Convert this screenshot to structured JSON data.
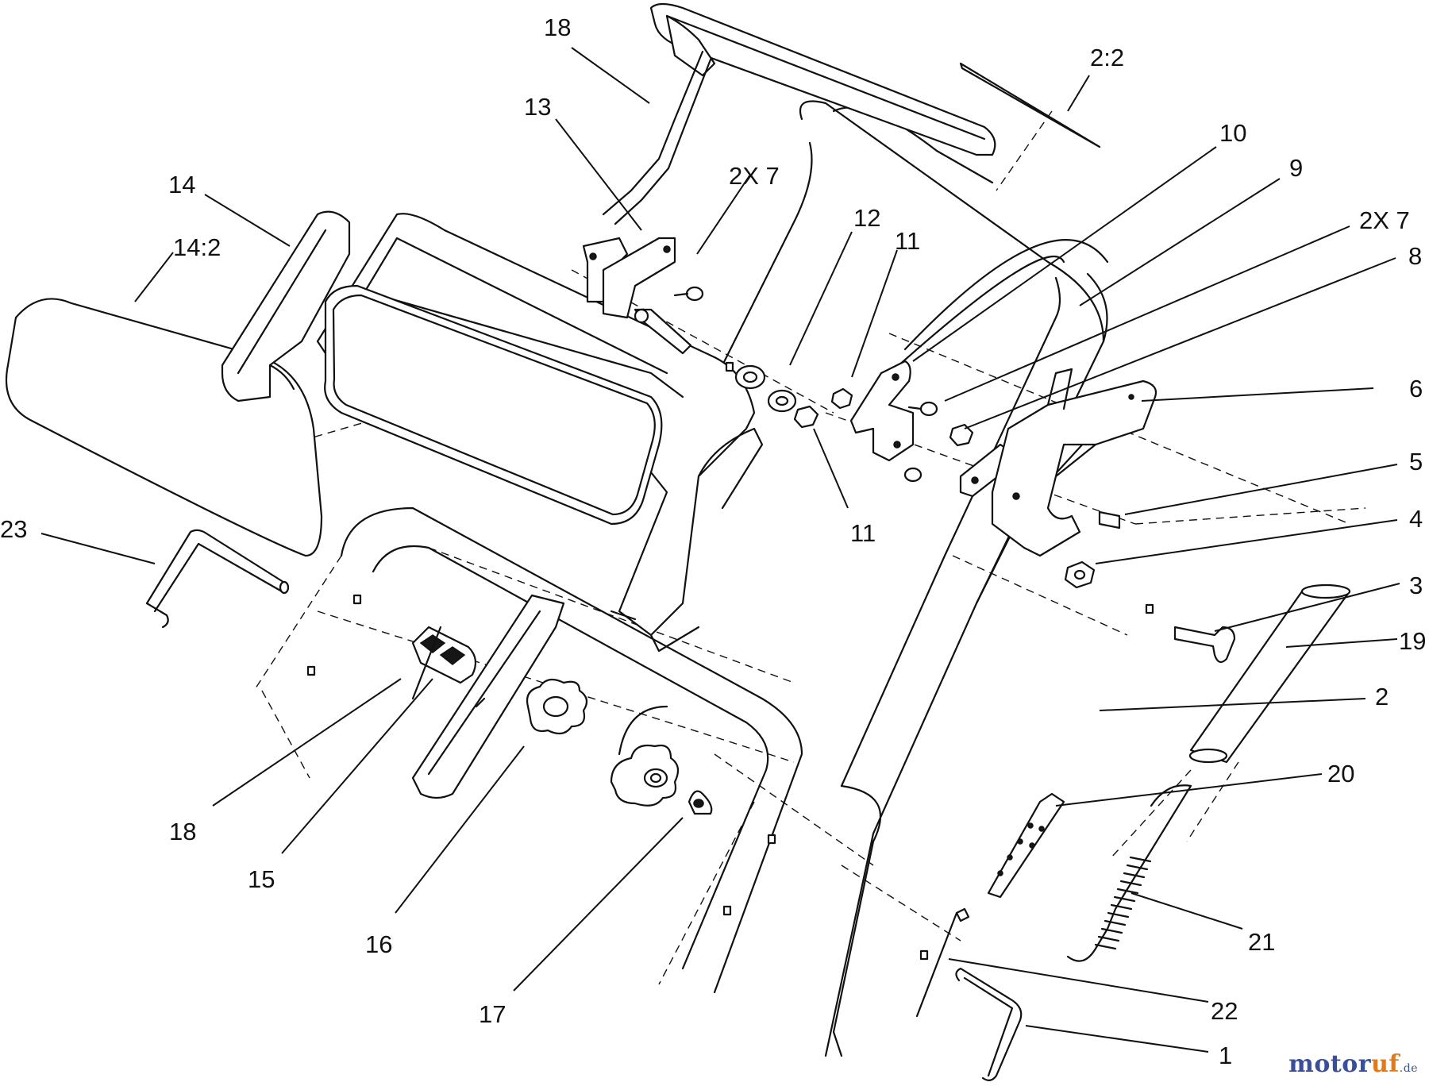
{
  "callouts": [
    {
      "id": "c1",
      "text": "18"
    },
    {
      "id": "c2",
      "text": "13"
    },
    {
      "id": "c3",
      "text": "2X 7"
    },
    {
      "id": "c4",
      "text": "2:2"
    },
    {
      "id": "c5",
      "text": "10"
    },
    {
      "id": "c6",
      "text": "9"
    },
    {
      "id": "c7",
      "text": "2X 7"
    },
    {
      "id": "c8",
      "text": "8"
    },
    {
      "id": "c9",
      "text": "14"
    },
    {
      "id": "c10",
      "text": "14:2"
    },
    {
      "id": "c11",
      "text": "12"
    },
    {
      "id": "c12",
      "text": "11"
    },
    {
      "id": "c13",
      "text": "11"
    },
    {
      "id": "c14",
      "text": "6"
    },
    {
      "id": "c15",
      "text": "5"
    },
    {
      "id": "c16",
      "text": "4"
    },
    {
      "id": "c17",
      "text": "3"
    },
    {
      "id": "c18",
      "text": "19"
    },
    {
      "id": "c19",
      "text": "2"
    },
    {
      "id": "c20",
      "text": "23"
    },
    {
      "id": "c21",
      "text": "20"
    },
    {
      "id": "c22",
      "text": "21"
    },
    {
      "id": "c23",
      "text": "18"
    },
    {
      "id": "c24",
      "text": "15"
    },
    {
      "id": "c25",
      "text": "16"
    },
    {
      "id": "c26",
      "text": "17"
    },
    {
      "id": "c27",
      "text": "22"
    },
    {
      "id": "c28",
      "text": "1"
    }
  ],
  "watermark": {
    "brand": "motor",
    "accent": "uf",
    "suffix": ".de"
  },
  "colors": {
    "line": "#111111",
    "watermark_blue": "#3a4f9a",
    "watermark_orange": "#e07a1a"
  }
}
